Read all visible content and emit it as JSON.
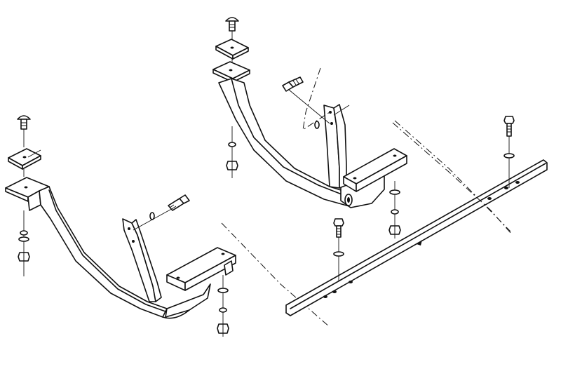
{
  "diagram": {
    "kind": "exploded-assembly-line-drawing",
    "parts": [
      {
        "name": "left-frame-bracket-assembly",
        "icon": "bracket-shape"
      },
      {
        "name": "right-frame-bracket-assembly",
        "icon": "bracket-shape"
      },
      {
        "name": "cross-bar",
        "icon": "flat-angle-bar"
      },
      {
        "name": "carriage-bolt",
        "icon": "bolt-icon"
      },
      {
        "name": "hex-bolt",
        "icon": "bolt-icon"
      },
      {
        "name": "spacer-plate",
        "icon": "square-plate"
      },
      {
        "name": "washer",
        "icon": "washer-icon"
      },
      {
        "name": "lock-washer",
        "icon": "washer-icon"
      },
      {
        "name": "hex-nut",
        "icon": "nut-icon"
      }
    ],
    "colors": {
      "line": "#111111",
      "background": "#ffffff"
    }
  }
}
